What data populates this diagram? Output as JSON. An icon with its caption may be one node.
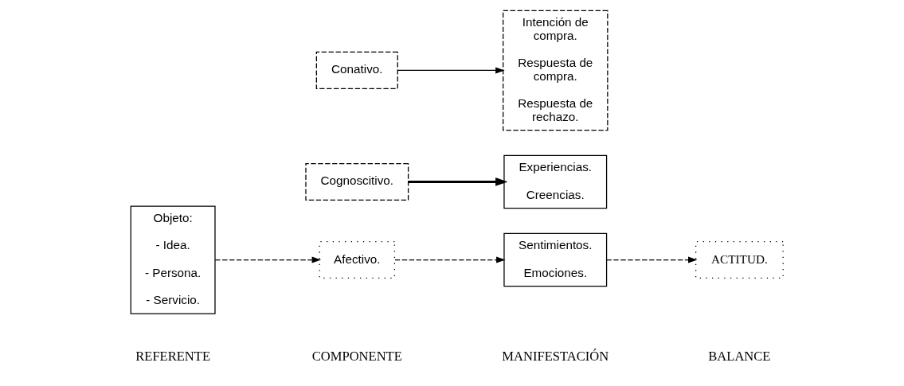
{
  "diagram": {
    "nodes": [
      {
        "text": [
          "Objeto:",
          "- Idea.",
          "- Persona.",
          "- Servicio."
        ]
      },
      {
        "text": [
          "Cognoscitivo."
        ]
      },
      {
        "text": [
          "Afectivo."
        ]
      },
      {
        "text": [
          "Conativo."
        ]
      },
      {
        "text": [
          "Experiencias.",
          "Creencias."
        ]
      },
      {
        "text": [
          "Sentimientos.",
          "Emociones."
        ]
      },
      {
        "text": [
          "Intención de compra.",
          "Respuesta de compra.",
          "Respuesta de rechazo."
        ]
      },
      {
        "text": [
          "ACTITUD."
        ]
      }
    ],
    "edges": [
      {
        "from": 0,
        "to": 2,
        "arrow": "to",
        "style": "dashed"
      },
      {
        "from": 1,
        "to": 4,
        "arrow": "to",
        "style": "thick"
      },
      {
        "from": 2,
        "to": 5,
        "arrow": "to",
        "style": "dashed"
      },
      {
        "from": 3,
        "to": 6,
        "arrow": "to"
      },
      {
        "from": 5,
        "to": 7,
        "arrow": "to",
        "style": "dashed"
      }
    ],
    "labels": [
      "REFERENTE",
      "COMPONENTE",
      "MANIFESTACIÓN",
      "BALANCE"
    ]
  }
}
